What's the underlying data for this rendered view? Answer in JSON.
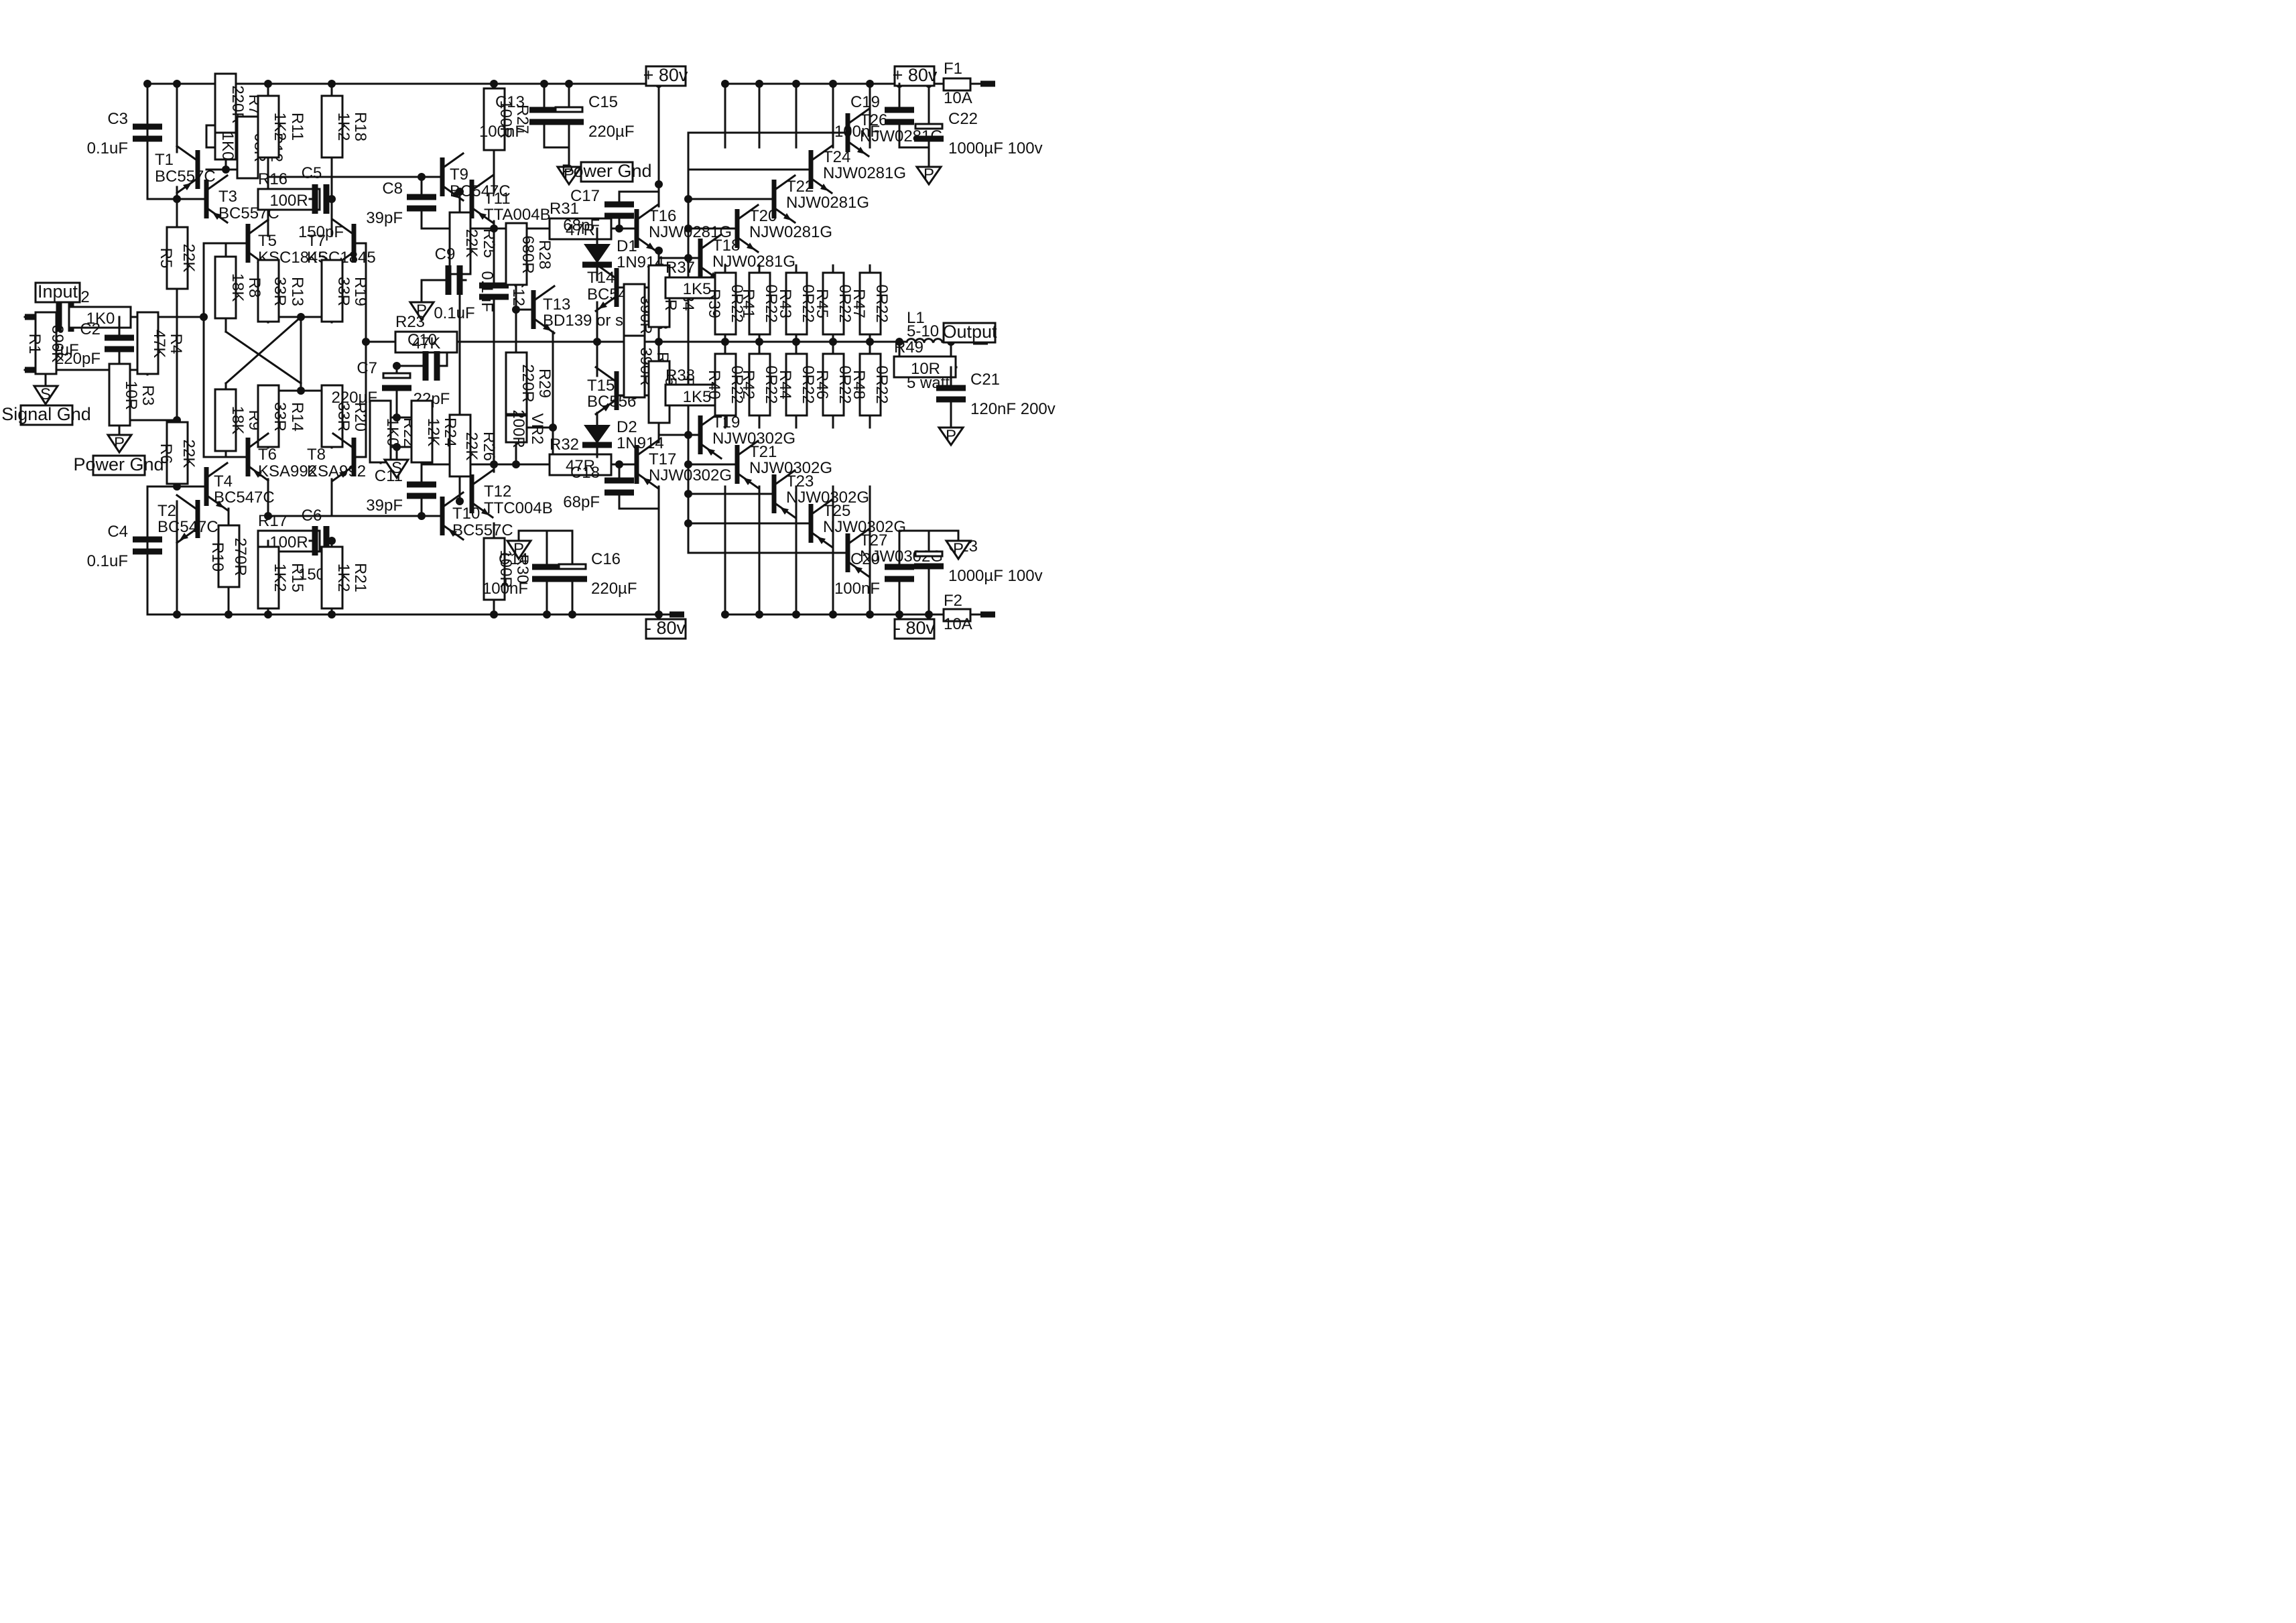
{
  "power": {
    "pos_rail_1": "+ 80v",
    "neg_rail_1": "- 80v",
    "pos_rail_2": "+ 80v",
    "neg_rail_2": "- 80v",
    "fuse1": {
      "ref": "F1",
      "value": "10A"
    },
    "fuse2": {
      "ref": "F2",
      "value": "10A"
    }
  },
  "io": {
    "input": "Input",
    "output": "Output",
    "signal_gnd": "Signal Gnd",
    "power_gnd_1": "Power Gnd",
    "power_gnd_2": "Power Gnd"
  },
  "gnd_symbols": {
    "signal": "S",
    "power": "P"
  },
  "resistors": [
    {
      "ref": "R1",
      "value": "390K"
    },
    {
      "ref": "R2",
      "value": "1K0"
    },
    {
      "ref": "R3",
      "value": "10R"
    },
    {
      "ref": "R4",
      "value": "47K"
    },
    {
      "ref": "R5",
      "value": "22K"
    },
    {
      "ref": "R6",
      "value": "22K"
    },
    {
      "ref": "R7",
      "value": "220R"
    },
    {
      "ref": "R8",
      "value": "18K"
    },
    {
      "ref": "R9",
      "value": "18K"
    },
    {
      "ref": "R10",
      "value": "270R"
    },
    {
      "ref": "R11",
      "value": "1K2"
    },
    {
      "ref": "R12",
      "value": "68R"
    },
    {
      "ref": "R13",
      "value": "33R"
    },
    {
      "ref": "R14",
      "value": "33R"
    },
    {
      "ref": "R15",
      "value": "1K2"
    },
    {
      "ref": "R16",
      "value": "100R"
    },
    {
      "ref": "R17",
      "value": "100R"
    },
    {
      "ref": "R18",
      "value": "1K2"
    },
    {
      "ref": "R19",
      "value": "33R"
    },
    {
      "ref": "R20",
      "value": "33R"
    },
    {
      "ref": "R21",
      "value": "1K2"
    },
    {
      "ref": "R22",
      "value": "1K0"
    },
    {
      "ref": "R23",
      "value": "47K"
    },
    {
      "ref": "R24",
      "value": "12K"
    },
    {
      "ref": "R25",
      "value": "22K"
    },
    {
      "ref": "R26",
      "value": "22K"
    },
    {
      "ref": "R27",
      "value": "100R"
    },
    {
      "ref": "R28",
      "value": "680R"
    },
    {
      "ref": "R29",
      "value": "220R"
    },
    {
      "ref": "R30",
      "value": "100R"
    },
    {
      "ref": "R31",
      "value": "47R"
    },
    {
      "ref": "R32",
      "value": "47R"
    },
    {
      "ref": "R33",
      "value": "390R"
    },
    {
      "ref": "R34",
      "value": "56R"
    },
    {
      "ref": "R35",
      "value": "390R"
    },
    {
      "ref": "R36",
      "value": "56R"
    },
    {
      "ref": "R37",
      "value": "1K5"
    },
    {
      "ref": "R38",
      "value": "1K5"
    },
    {
      "ref": "R39",
      "value": "0R22"
    },
    {
      "ref": "R40",
      "value": "0R22"
    },
    {
      "ref": "R41",
      "value": "0R22"
    },
    {
      "ref": "R42",
      "value": "0R22"
    },
    {
      "ref": "R43",
      "value": "0R22"
    },
    {
      "ref": "R44",
      "value": "0R22"
    },
    {
      "ref": "R45",
      "value": "0R22"
    },
    {
      "ref": "R46",
      "value": "0R22"
    },
    {
      "ref": "R47",
      "value": "0R22"
    },
    {
      "ref": "R48",
      "value": "0R22"
    },
    {
      "ref": "R49",
      "value": "10R",
      "note": "5 watt"
    }
  ],
  "pots": [
    {
      "ref": "VR1",
      "value": "1K0"
    },
    {
      "ref": "VR2",
      "value": "200R"
    }
  ],
  "capacitors": [
    {
      "ref": "C1",
      "value": "2uF"
    },
    {
      "ref": "C2",
      "value": "220pF"
    },
    {
      "ref": "C3",
      "value": "0.1uF"
    },
    {
      "ref": "C4",
      "value": "0.1uF"
    },
    {
      "ref": "C5",
      "value": "150pF"
    },
    {
      "ref": "C6",
      "value": "150pF"
    },
    {
      "ref": "C7",
      "value": "220µF"
    },
    {
      "ref": "C8",
      "value": "39pF"
    },
    {
      "ref": "C9",
      "value": "0.1uF"
    },
    {
      "ref": "C10",
      "value": "22pF"
    },
    {
      "ref": "C11",
      "value": "39pF"
    },
    {
      "ref": "C12",
      "value": "0.1uF"
    },
    {
      "ref": "C13",
      "value": "100nF"
    },
    {
      "ref": "C14",
      "value": "100nF"
    },
    {
      "ref": "C15",
      "value": "220µF"
    },
    {
      "ref": "C16",
      "value": "220µF"
    },
    {
      "ref": "C17",
      "value": "68pF"
    },
    {
      "ref": "C18",
      "value": "68pF"
    },
    {
      "ref": "C19",
      "value": "100nF"
    },
    {
      "ref": "C20",
      "value": "100nF"
    },
    {
      "ref": "C21",
      "value": "120nF 200v"
    },
    {
      "ref": "C22",
      "value": "1000µF 100v"
    },
    {
      "ref": "C23",
      "value": "1000µF 100v"
    }
  ],
  "transistors": [
    {
      "ref": "T1",
      "part": "BC557C"
    },
    {
      "ref": "T2",
      "part": "BC547C"
    },
    {
      "ref": "T3",
      "part": "BC557C"
    },
    {
      "ref": "T4",
      "part": "BC547C"
    },
    {
      "ref": "T5",
      "part": "KSC1845"
    },
    {
      "ref": "T6",
      "part": "KSA992"
    },
    {
      "ref": "T7",
      "part": "KSC1845"
    },
    {
      "ref": "T8",
      "part": "KSA992"
    },
    {
      "ref": "T9",
      "part": "BC547C"
    },
    {
      "ref": "T10",
      "part": "BC557C"
    },
    {
      "ref": "T11",
      "part": "TTA004B"
    },
    {
      "ref": "T12",
      "part": "TTC004B"
    },
    {
      "ref": "T13",
      "part": "BD139 or sim."
    },
    {
      "ref": "T14",
      "part": "BC546"
    },
    {
      "ref": "T15",
      "part": "BC556"
    },
    {
      "ref": "T16",
      "part": "NJW0281G"
    },
    {
      "ref": "T17",
      "part": "NJW0302G"
    },
    {
      "ref": "T18",
      "part": "NJW0281G"
    },
    {
      "ref": "T19",
      "part": "NJW0302G"
    },
    {
      "ref": "T20",
      "part": "NJW0281G"
    },
    {
      "ref": "T21",
      "part": "NJW0302G"
    },
    {
      "ref": "T22",
      "part": "NJW0281G"
    },
    {
      "ref": "T23",
      "part": "NJW0302G"
    },
    {
      "ref": "T24",
      "part": "NJW0281G"
    },
    {
      "ref": "T25",
      "part": "NJW0302G"
    },
    {
      "ref": "T26",
      "part": "NJW0281G"
    },
    {
      "ref": "T27",
      "part": "NJW0302G"
    }
  ],
  "diodes": [
    {
      "ref": "D1",
      "part": "1N914"
    },
    {
      "ref": "D2",
      "part": "1N914"
    }
  ],
  "inductors": [
    {
      "ref": "L1",
      "value": "5-10 µH"
    }
  ]
}
